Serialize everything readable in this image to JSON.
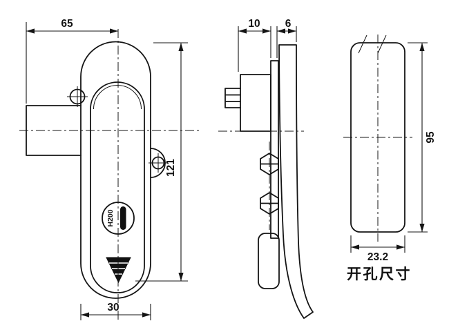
{
  "drawing": {
    "front_view": {
      "dim_flange_to_center": "65",
      "dim_body_height": "121",
      "dim_body_width": "30",
      "key_code": "H200"
    },
    "side_view": {
      "dim_housing_depth": "10",
      "dim_handle_gap": "6"
    },
    "cutout_view": {
      "dim_height": "95",
      "dim_width": "23.2",
      "caption": "开孔尺寸"
    }
  }
}
